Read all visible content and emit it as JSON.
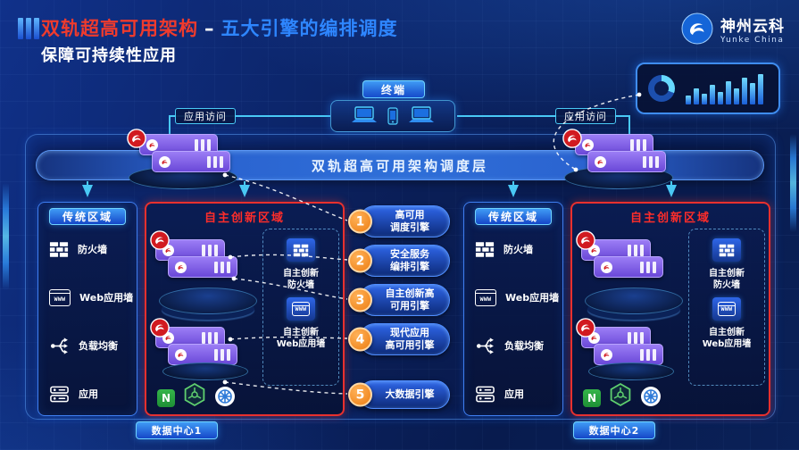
{
  "header": {
    "title_main": "双轨超高可用架构",
    "title_sep": "–",
    "title_sub": "五大引擎的编排调度",
    "subtitle": "保障可持续性应用"
  },
  "logo": {
    "name": "神州云科",
    "tagline": "Yunke China"
  },
  "labels": {
    "terminal": "终端",
    "app_access": "应用访问",
    "scheduler": "双轨超高可用架构调度层"
  },
  "zones": {
    "traditional_title": "传统区域",
    "innovation_title": "自主创新区域",
    "traditional_items": [
      "防火墙",
      "Web应用墙",
      "负载均衡",
      "应用"
    ],
    "innovation_firewall": "自主创新\n防火墙",
    "innovation_waf": "自主创新\nWeb应用墙"
  },
  "engines": [
    {
      "num": "1",
      "label": "高可用\n调度引擎"
    },
    {
      "num": "2",
      "label": "安全服务\n编排引擎"
    },
    {
      "num": "3",
      "label": "自主创新高\n可用引擎"
    },
    {
      "num": "4",
      "label": "现代应用\n高可用引擎"
    },
    {
      "num": "5",
      "label": "大数据引擎"
    }
  ],
  "datacenters": [
    "数据中心1",
    "数据中心2"
  ],
  "icons": {
    "www": "WWW",
    "nginx": "N"
  }
}
